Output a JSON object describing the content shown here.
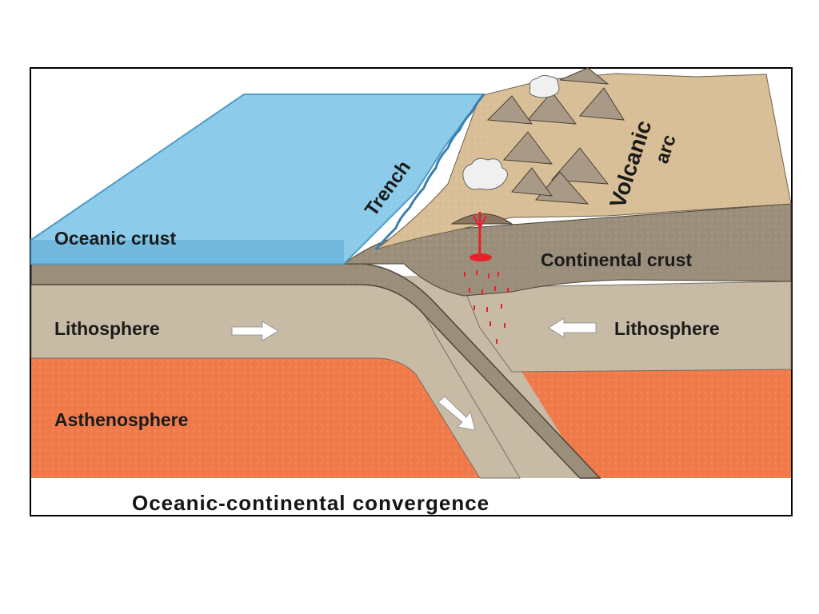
{
  "diagram": {
    "caption": "Oceanic-continental convergence",
    "labels": {
      "oceanic_crust": "Oceanic crust",
      "trench": "Trench",
      "volcanic": "Volcanic",
      "arc": "arc",
      "continental_crust": "Continental crust",
      "lithosphere_left": "Lithosphere",
      "lithosphere_right": "Lithosphere",
      "asthenosphere": "Asthenosphere"
    },
    "colors": {
      "ocean": "#8ccbe9",
      "ocean_edge": "#4d9cc8",
      "continent_surface": "#d9bf97",
      "continental_crust": "#9b8e7a",
      "lithosphere": "#c8bba5",
      "asthenosphere": "#f07a4a",
      "magma": "#e8202a",
      "border": "#000000"
    },
    "icons": [
      "arrow-right-icon",
      "arrow-left-icon",
      "arrow-down-icon",
      "ash-cloud-icon",
      "magma-plume-icon"
    ]
  }
}
